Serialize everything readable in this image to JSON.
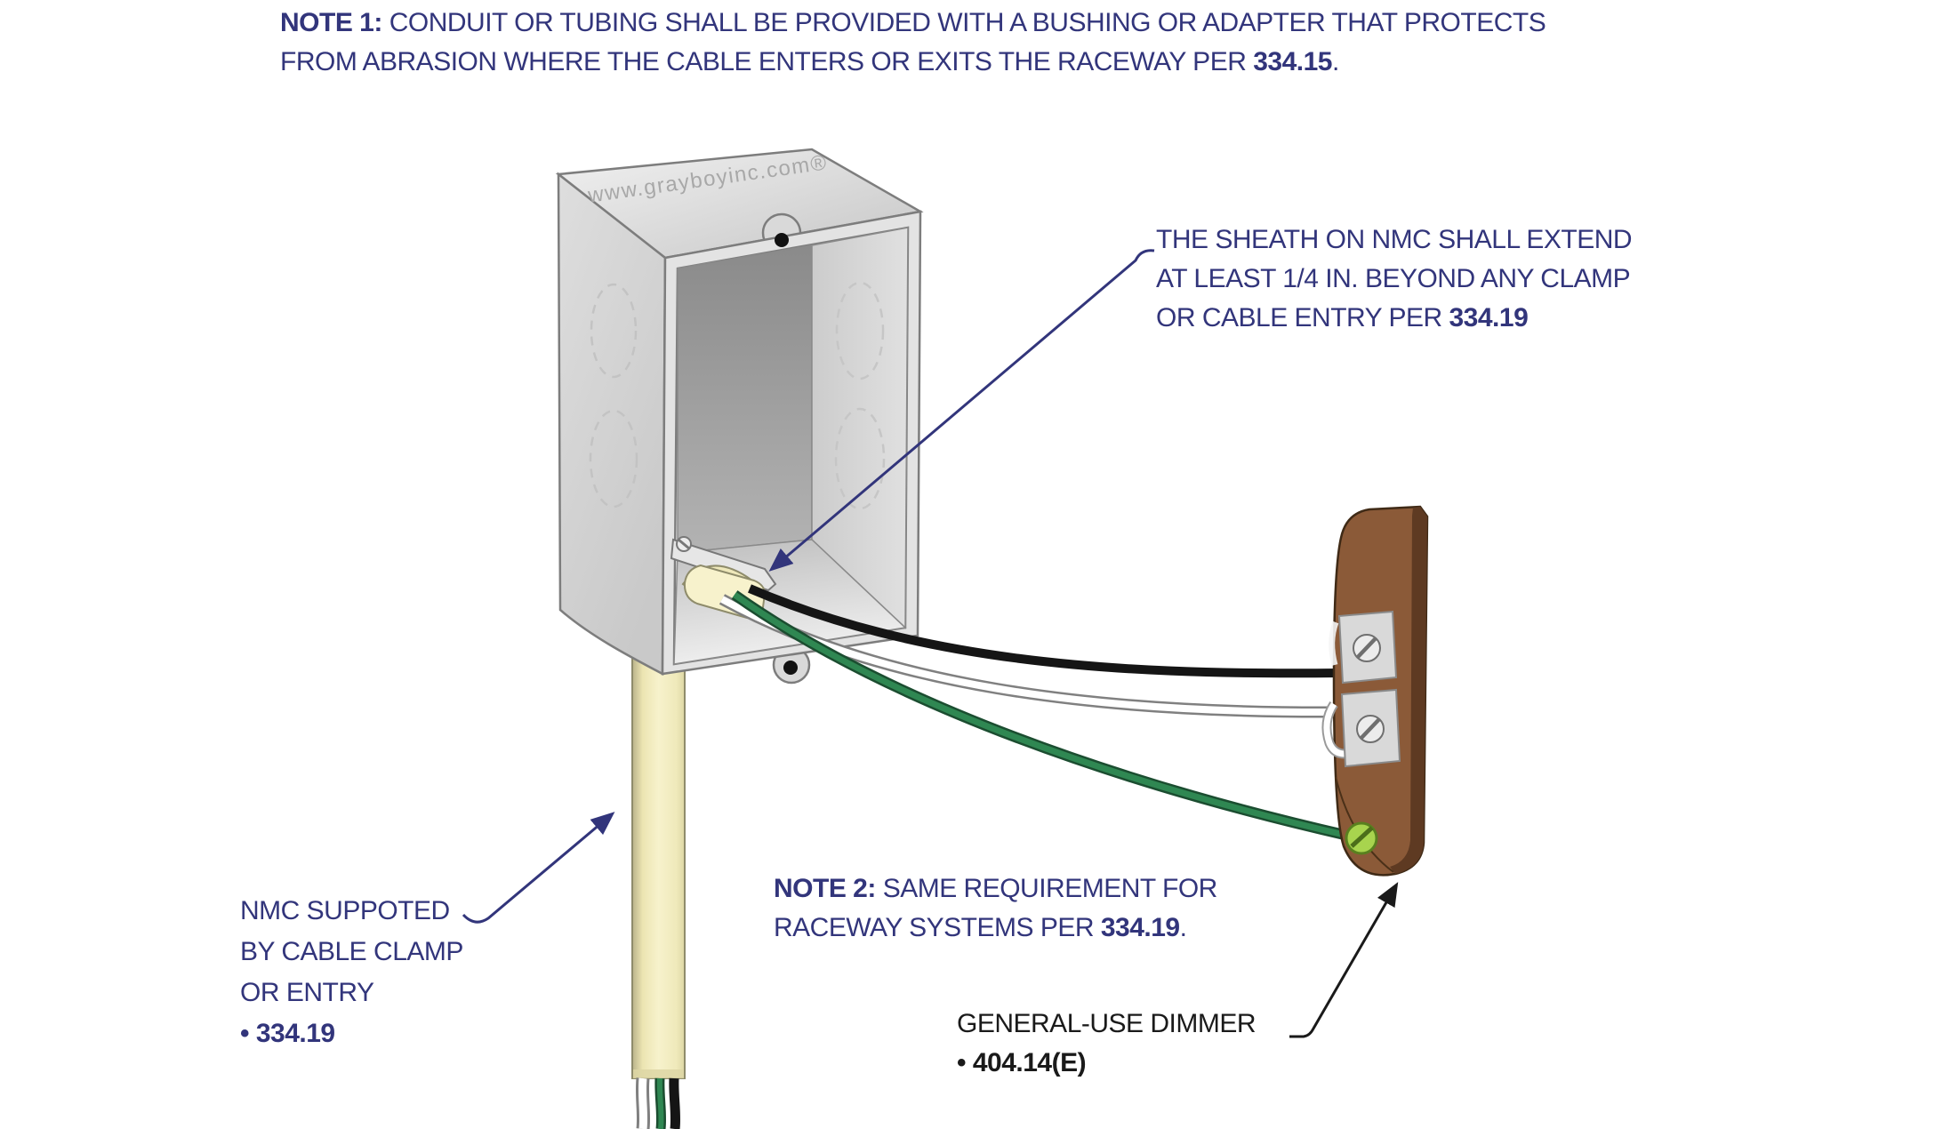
{
  "watermark": "www.grayboyinc.com®",
  "notes": {
    "note1": {
      "label": "NOTE 1:",
      "line1_rest": " CONDUIT OR TUBING SHALL BE PROVIDED WITH A BUSHING OR ADAPTER THAT PROTECTS",
      "line2_pre": "FROM ABRASION WHERE THE CABLE ENTERS OR EXITS THE RACEWAY PER ",
      "code": "334.15",
      "tail": "."
    },
    "sheath_note": {
      "line1": "THE SHEATH ON NMC SHALL EXTEND",
      "line2": "AT LEAST 1/4 IN. BEYOND ANY CLAMP",
      "line3_pre": "OR CABLE ENTRY PER ",
      "code": "334.19"
    },
    "nmc_note": {
      "line1": "NMC SUPPOTED",
      "line2": "BY CABLE CLAMP",
      "line3": "OR ENTRY",
      "code": "• 334.19"
    },
    "note2": {
      "label": "NOTE 2:",
      "line1_rest": " SAME REQUIREMENT FOR",
      "line2_pre": "RACEWAY SYSTEMS PER ",
      "code": "334.19",
      "tail": "."
    },
    "dimmer_note": {
      "line1": "GENERAL-USE DIMMER",
      "code": "• 404.14(E)"
    }
  },
  "colors": {
    "navy": "#32357b",
    "ink": "#1a1a1a",
    "watermarkGray": "#a8a8a8",
    "dimmerFront": "#8b5a38",
    "dimmerSide": "#5e3a22",
    "dimmerOutline": "#3f2a16",
    "plate": "#d9d9d9",
    "plateEdge": "#8a8a8a",
    "screwFill": "#ececec",
    "screwEdge": "#6f6f6f",
    "groundGreen": "#a8d44e",
    "groundGreenDark": "#59801f",
    "wireBlack": "#151515",
    "wireWhite": "#ffffff",
    "wireWhiteEdge": "#808080",
    "wireGreen": "#2f8752",
    "wireGreenDark": "#1b4d30",
    "cableLight": "#f7f2cc",
    "cableDark": "#b9b28a",
    "cableEdge": "#8f8c6b",
    "boxOutline": "#7d7d7d"
  }
}
